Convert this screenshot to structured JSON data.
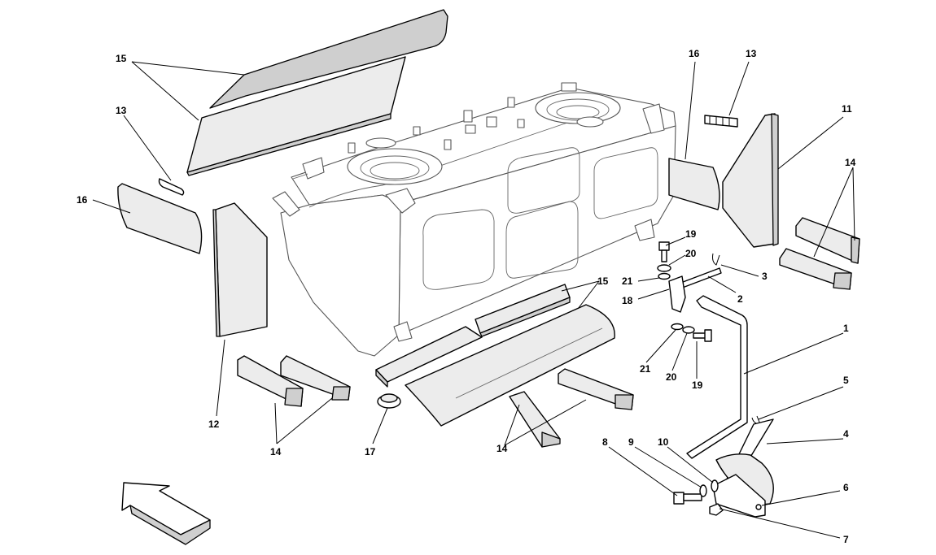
{
  "callouts": [
    {
      "id": "c15a",
      "text": "15"
    },
    {
      "id": "c13a",
      "text": "13"
    },
    {
      "id": "c16a",
      "text": "16"
    },
    {
      "id": "c12",
      "text": "12"
    },
    {
      "id": "c14a",
      "text": "14"
    },
    {
      "id": "c17",
      "text": "17"
    },
    {
      "id": "c15b",
      "text": "15"
    },
    {
      "id": "c14b",
      "text": "14"
    },
    {
      "id": "c16b",
      "text": "16"
    },
    {
      "id": "c13b",
      "text": "13"
    },
    {
      "id": "c11",
      "text": "11"
    },
    {
      "id": "c14c",
      "text": "14"
    },
    {
      "id": "c19a",
      "text": "19"
    },
    {
      "id": "c20a",
      "text": "20"
    },
    {
      "id": "c21a",
      "text": "21"
    },
    {
      "id": "c3",
      "text": "3"
    },
    {
      "id": "c2",
      "text": "2"
    },
    {
      "id": "c18",
      "text": "18"
    },
    {
      "id": "c1",
      "text": "1"
    },
    {
      "id": "c21b",
      "text": "21"
    },
    {
      "id": "c20b",
      "text": "20"
    },
    {
      "id": "c19b",
      "text": "19"
    },
    {
      "id": "c5",
      "text": "5"
    },
    {
      "id": "c4",
      "text": "4"
    },
    {
      "id": "c8",
      "text": "8"
    },
    {
      "id": "c9",
      "text": "9"
    },
    {
      "id": "c10",
      "text": "10"
    },
    {
      "id": "c6",
      "text": "6"
    },
    {
      "id": "c7",
      "text": "7"
    }
  ]
}
